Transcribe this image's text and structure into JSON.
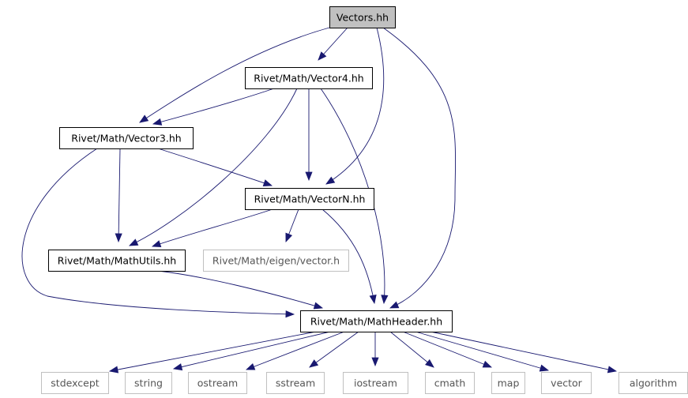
{
  "nodes": [
    {
      "id": "vectors",
      "label": "Vectors.hh",
      "kind": "root"
    },
    {
      "id": "vector4",
      "label": "Rivet/Math/Vector4.hh",
      "kind": "file"
    },
    {
      "id": "vector3",
      "label": "Rivet/Math/Vector3.hh",
      "kind": "file"
    },
    {
      "id": "vectorN",
      "label": "Rivet/Math/VectorN.hh",
      "kind": "file"
    },
    {
      "id": "mathutils",
      "label": "Rivet/Math/MathUtils.hh",
      "kind": "file"
    },
    {
      "id": "eigenvector",
      "label": "Rivet/Math/eigen/vector.h",
      "kind": "system"
    },
    {
      "id": "mathheader",
      "label": "Rivet/Math/MathHeader.hh",
      "kind": "file"
    },
    {
      "id": "stdexcept",
      "label": "stdexcept",
      "kind": "system"
    },
    {
      "id": "string",
      "label": "string",
      "kind": "system"
    },
    {
      "id": "ostream",
      "label": "ostream",
      "kind": "system"
    },
    {
      "id": "sstream",
      "label": "sstream",
      "kind": "system"
    },
    {
      "id": "iostream",
      "label": "iostream",
      "kind": "system"
    },
    {
      "id": "cmath",
      "label": "cmath",
      "kind": "system"
    },
    {
      "id": "map",
      "label": "map",
      "kind": "system"
    },
    {
      "id": "vector",
      "label": "vector",
      "kind": "system"
    },
    {
      "id": "algorithm",
      "label": "algorithm",
      "kind": "system"
    }
  ],
  "edges": [
    [
      "vectors",
      "vector4"
    ],
    [
      "vectors",
      "vector3"
    ],
    [
      "vectors",
      "vectorN"
    ],
    [
      "vectors",
      "mathheader"
    ],
    [
      "vector4",
      "vector3"
    ],
    [
      "vector4",
      "vectorN"
    ],
    [
      "vector4",
      "mathutils"
    ],
    [
      "vector4",
      "mathheader"
    ],
    [
      "vector3",
      "vectorN"
    ],
    [
      "vector3",
      "mathutils"
    ],
    [
      "vector3",
      "mathheader"
    ],
    [
      "vectorN",
      "mathutils"
    ],
    [
      "vectorN",
      "eigenvector"
    ],
    [
      "vectorN",
      "mathheader"
    ],
    [
      "mathutils",
      "mathheader"
    ],
    [
      "mathheader",
      "stdexcept"
    ],
    [
      "mathheader",
      "string"
    ],
    [
      "mathheader",
      "ostream"
    ],
    [
      "mathheader",
      "sstream"
    ],
    [
      "mathheader",
      "iostream"
    ],
    [
      "mathheader",
      "cmath"
    ],
    [
      "mathheader",
      "map"
    ],
    [
      "mathheader",
      "vector"
    ],
    [
      "mathheader",
      "algorithm"
    ]
  ],
  "colors": {
    "edge": "#191970",
    "root_fill": "#c0c0c0",
    "system_border": "#c0c0c0",
    "system_text": "#555555"
  }
}
